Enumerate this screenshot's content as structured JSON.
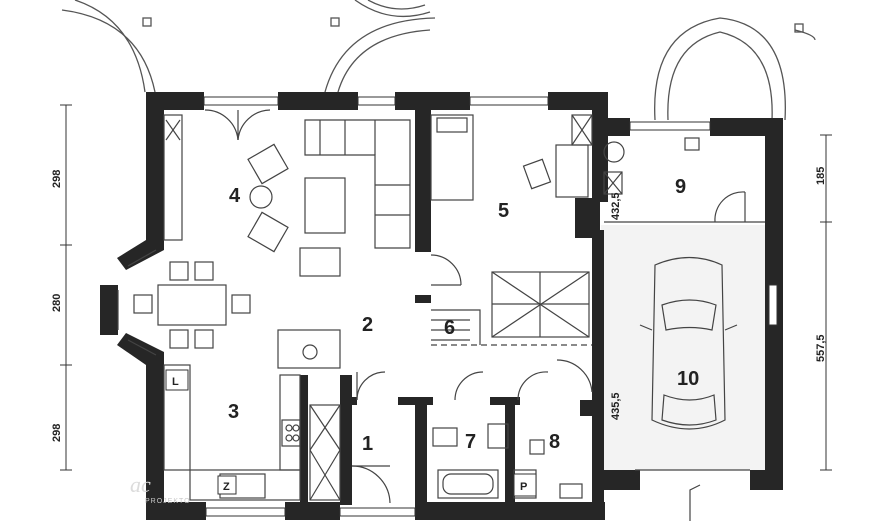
{
  "rooms": [
    {
      "id": "room-1",
      "label": "1"
    },
    {
      "id": "room-2",
      "label": "2"
    },
    {
      "id": "room-3",
      "label": "3"
    },
    {
      "id": "room-4",
      "label": "4"
    },
    {
      "id": "room-5",
      "label": "5"
    },
    {
      "id": "room-6",
      "label": "6"
    },
    {
      "id": "room-7",
      "label": "7"
    },
    {
      "id": "room-8",
      "label": "8"
    },
    {
      "id": "room-9",
      "label": "9"
    },
    {
      "id": "room-10",
      "label": "10"
    }
  ],
  "dimensions": {
    "left_top": "298",
    "left_middle": "280",
    "left_bottom": "298",
    "right_top": "185",
    "right_bottom": "557,5",
    "garage_wall_lower": "435,5",
    "garage_wall_upper": "432,5"
  },
  "fixtures": {
    "cabinet_l": "L",
    "cabinet_z": "Z",
    "cabinet_p": "P"
  },
  "watermark": {
    "text_big": "ac",
    "text_small": "PROJEKTO"
  },
  "colors": {
    "wall": "#262626",
    "line": "#4a4a4a",
    "background": "#ffffff"
  }
}
